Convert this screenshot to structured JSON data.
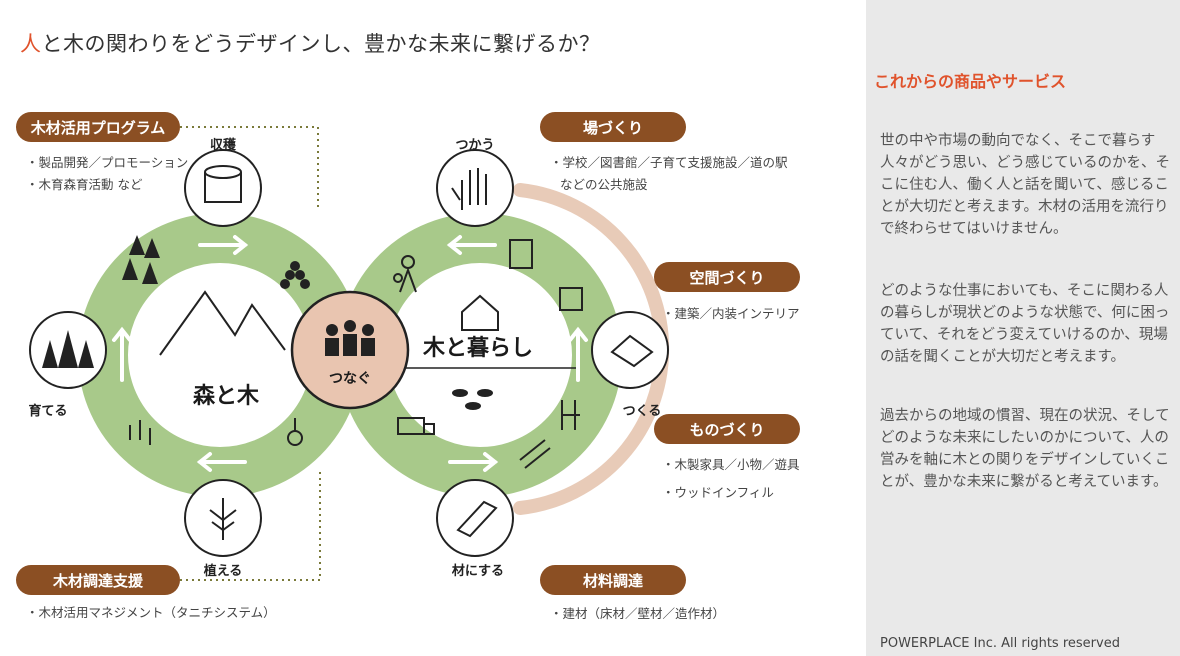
{
  "title": {
    "first_char": "人",
    "rest": "と木の関わりをどうデザインし、豊かな未来に繋げるか？"
  },
  "sidebar": {
    "heading": "これからの商品やサービス",
    "paragraphs": [
      "世の中や市場の動向でなく、そこで暮らす人々がどう思い、どう感じているのかを、そこに住む人、働く人と話を聞いて、感じることが大切だと考えます。木材の活用を流行りで終わらせてはいけません。",
      "どのような仕事においても、そこに関わる人の暮らしが現状どのような状態で、何に困っていて、それをどう変えていけるのか、現場の話を聞くことが大切だと考えます。",
      "過去からの地域の慣習、現在の状況、そしてどのような未来にしたいのかについて、人の営みを軸に木との関りをデザインしていくことが、豊かな未来に繋がると考えています。"
    ],
    "copyright": "POWERPLACE Inc. All rights reserved"
  },
  "left_loop": {
    "center_label": "森と木",
    "stages": {
      "harvest": "収穫",
      "grow": "育てる",
      "plant": "植える"
    }
  },
  "right_loop": {
    "center_label": "木と暮らし",
    "stages": {
      "use": "つかう",
      "make": "つくる",
      "material": "材にする"
    }
  },
  "connector": {
    "label": "つなぐ"
  },
  "programs": {
    "timber_program": {
      "label": "木材活用プログラム",
      "notes": [
        "・製品開発／プロモーション",
        "・木育森育活動 など"
      ]
    },
    "timber_supply": {
      "label": "木材調達支援",
      "notes": [
        "・木材活用マネジメント（タニチシステム）"
      ]
    },
    "place": {
      "label": "場づくり",
      "notes": [
        "・学校／図書館／子育て支援施設／道の駅",
        "などの公共施設"
      ]
    },
    "space": {
      "label": "空間づくり",
      "notes": [
        "・建築／内装インテリア"
      ]
    },
    "monozukuri": {
      "label": "ものづくり",
      "notes": [
        "・木製家具／小物／遊具",
        "・ウッドインフィル"
      ]
    },
    "material": {
      "label": "材料調達",
      "notes": [
        "・建材（床材／壁材／造作材）"
      ]
    }
  },
  "colors": {
    "accent": "#e0532c",
    "pill": "#8b4f23",
    "ring": "#a8c98a",
    "arc": "#e8cbb8",
    "connector_fill": "#e9c5b0",
    "sidebar_bg": "#e9e9e9"
  }
}
